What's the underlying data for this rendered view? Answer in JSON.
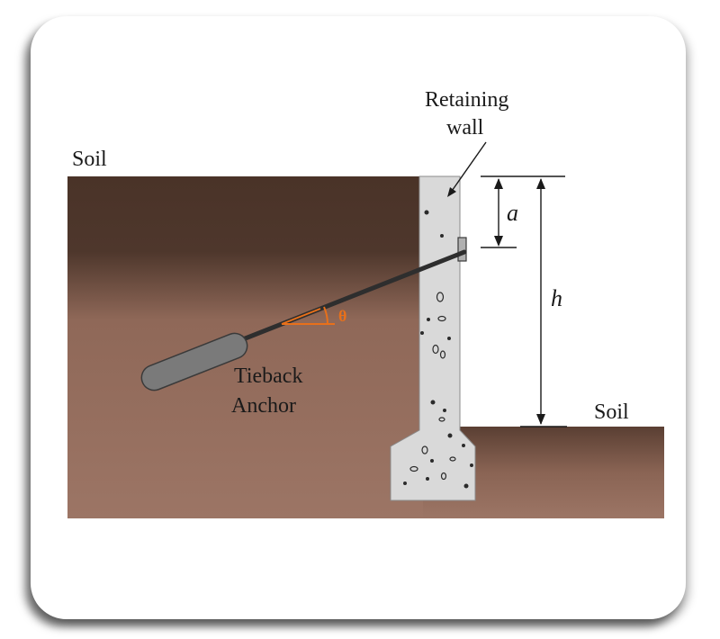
{
  "labels": {
    "soil_left": "Soil",
    "soil_right": "Soil",
    "retaining_wall_line1": "Retaining",
    "retaining_wall_line2": "wall",
    "dim_a": "a",
    "dim_h": "h",
    "angle": "θ",
    "anchor_line1": "Tieback",
    "anchor_line2": "Anchor"
  },
  "colors": {
    "soil_dark": "#4a3328",
    "soil_light": "#9a7161",
    "concrete": "#d9d9d9",
    "rod": "#2e2e2e",
    "anchor_body": "#7a7a7a",
    "angle_marker": "#e8701a"
  }
}
